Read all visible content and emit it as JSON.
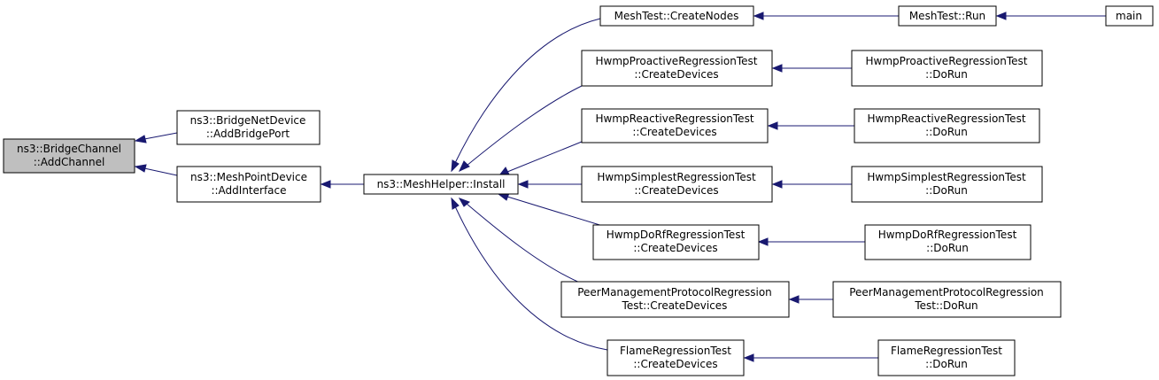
{
  "graph": {
    "colors": {
      "edge": "#191970",
      "root_fill": "#bfbfbf",
      "node_fill": "#ffffff",
      "node_border": "#000000"
    },
    "nodes": {
      "bridge_channel_add_channel": {
        "line1": "ns3::BridgeChannel",
        "line2": "::AddChannel"
      },
      "bridge_net_device_add_bridge_port": {
        "line1": "ns3::BridgeNetDevice",
        "line2": "::AddBridgePort"
      },
      "mesh_point_device_add_interface": {
        "line1": "ns3::MeshPointDevice",
        "line2": "::AddInterface"
      },
      "mesh_helper_install": {
        "line1": "ns3::MeshHelper::Install"
      },
      "mesh_test_create_nodes": {
        "line1": "MeshTest::CreateNodes"
      },
      "mesh_test_run": {
        "line1": "MeshTest::Run"
      },
      "main": {
        "line1": "main"
      },
      "hwmp_proactive_create_devices": {
        "line1": "HwmpProactiveRegressionTest",
        "line2": "::CreateDevices"
      },
      "hwmp_proactive_do_run": {
        "line1": "HwmpProactiveRegressionTest",
        "line2": "::DoRun"
      },
      "hwmp_reactive_create_devices": {
        "line1": "HwmpReactiveRegressionTest",
        "line2": "::CreateDevices"
      },
      "hwmp_reactive_do_run": {
        "line1": "HwmpReactiveRegressionTest",
        "line2": "::DoRun"
      },
      "hwmp_simplest_create_devices": {
        "line1": "HwmpSimplestRegressionTest",
        "line2": "::CreateDevices"
      },
      "hwmp_simplest_do_run": {
        "line1": "HwmpSimplestRegressionTest",
        "line2": "::DoRun"
      },
      "hwmp_dorf_create_devices": {
        "line1": "HwmpDoRfRegressionTest",
        "line2": "::CreateDevices"
      },
      "hwmp_dorf_do_run": {
        "line1": "HwmpDoRfRegressionTest",
        "line2": "::DoRun"
      },
      "peer_mgmt_create_devices": {
        "line1": "PeerManagementProtocolRegression",
        "line2": "Test::CreateDevices"
      },
      "peer_mgmt_do_run": {
        "line1": "PeerManagementProtocolRegression",
        "line2": "Test::DoRun"
      },
      "flame_create_devices": {
        "line1": "FlameRegressionTest",
        "line2": "::CreateDevices"
      },
      "flame_do_run": {
        "line1": "FlameRegressionTest",
        "line2": "::DoRun"
      }
    }
  }
}
